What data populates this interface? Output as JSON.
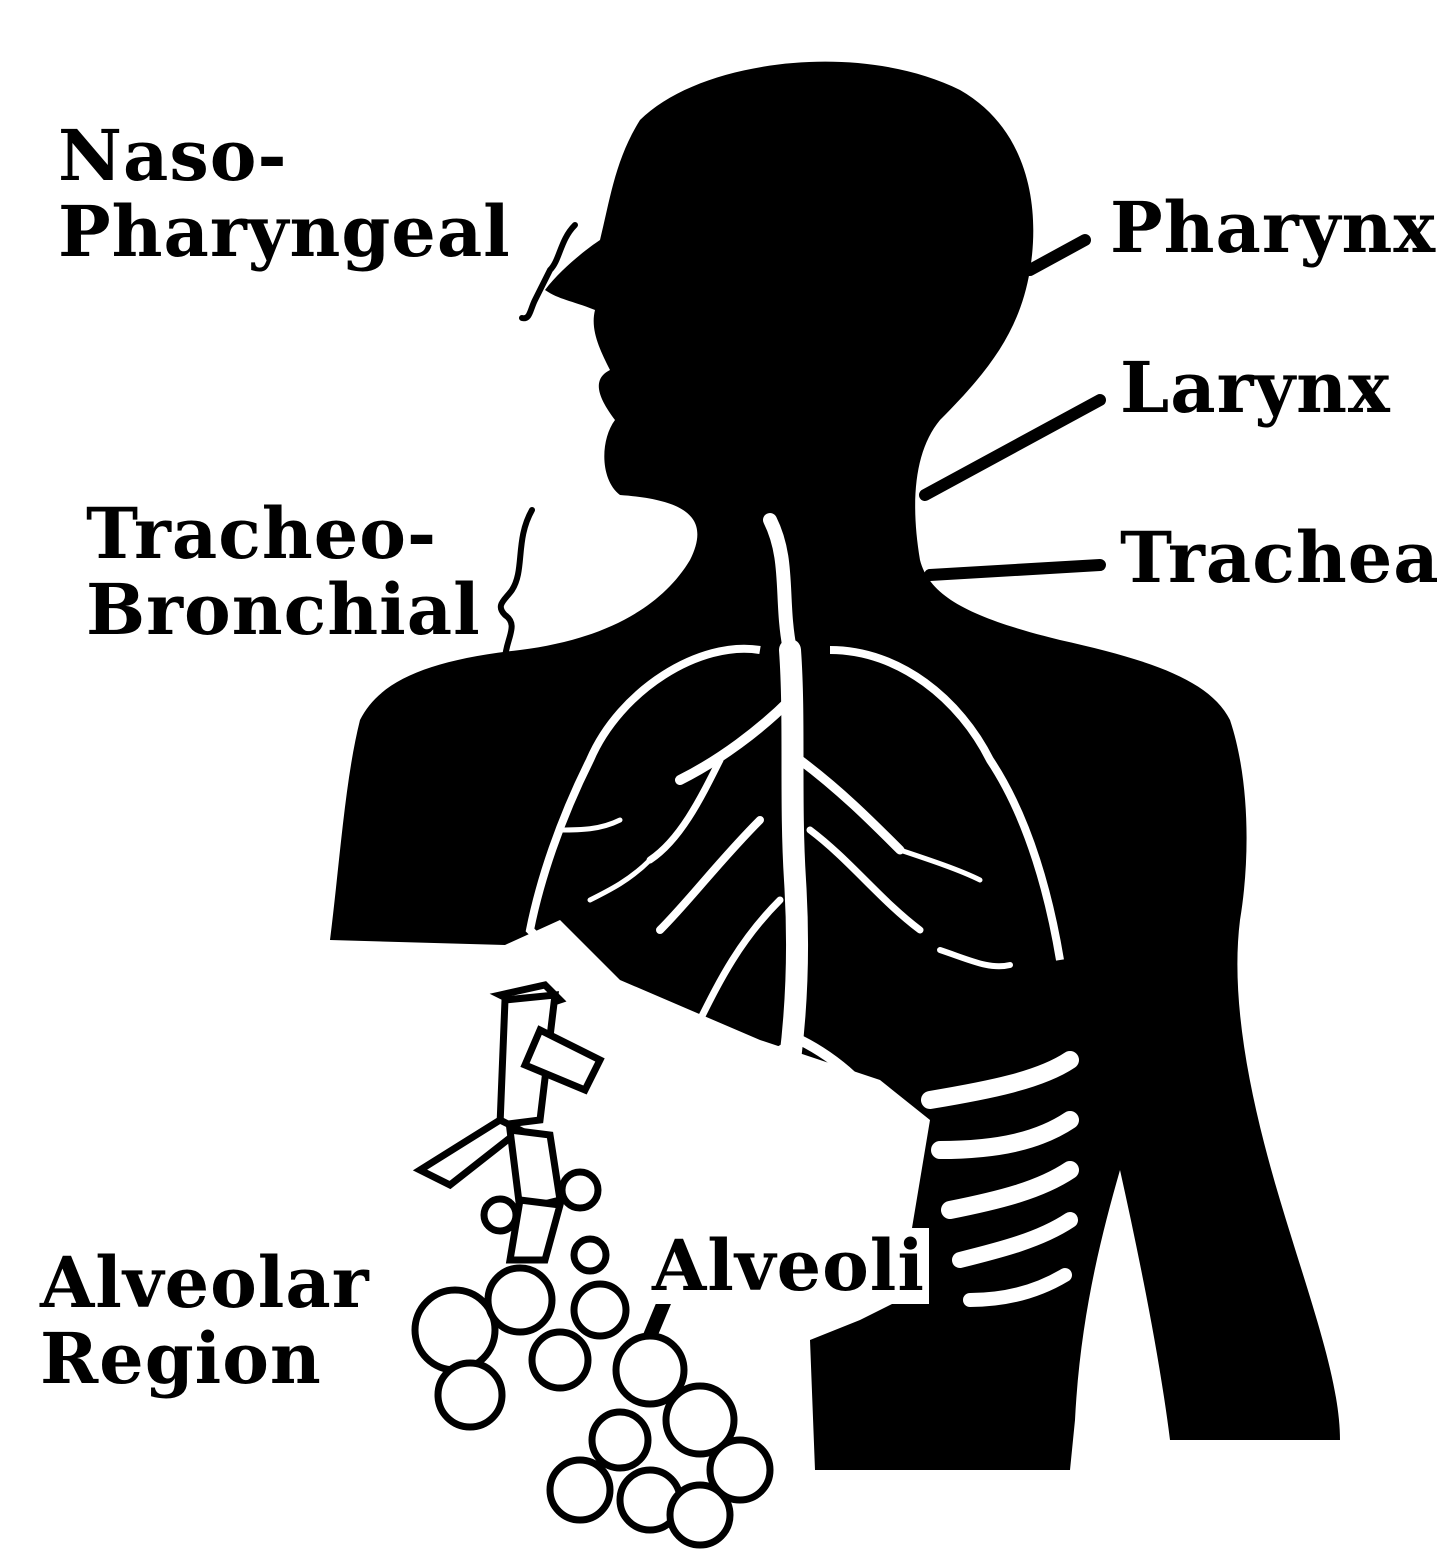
{
  "labels": {
    "naso_pharyngeal": [
      "Naso-",
      "Pharyngeal"
    ],
    "tracheo_bronchial": [
      "Tracheo-",
      "Bronchial"
    ],
    "alveolar_region": [
      "Alveolar",
      "Region"
    ],
    "pharynx": "Pharynx",
    "larynx": "Larynx",
    "trachea": "Trachea",
    "alveoli": "Alveoli"
  },
  "colors": {
    "ink": "#000000",
    "paper": "#ffffff"
  }
}
